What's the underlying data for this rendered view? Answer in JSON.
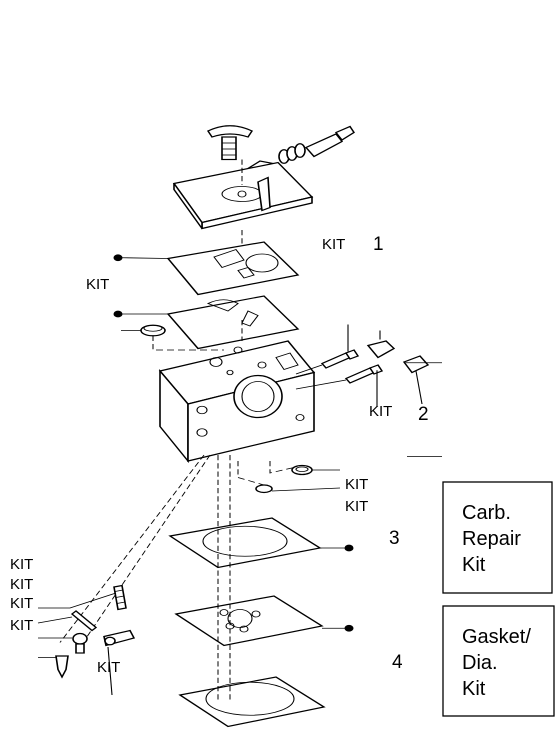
{
  "labels": {
    "kit": "KIT",
    "num_1": "1",
    "num_2": "2",
    "num_3": "3",
    "num_4": "4"
  },
  "boxes": {
    "carb_repair": [
      "Carb.",
      "Repair",
      "Kit"
    ],
    "gasket_dia": [
      "Gasket/",
      "Dia.",
      "Kit"
    ]
  }
}
